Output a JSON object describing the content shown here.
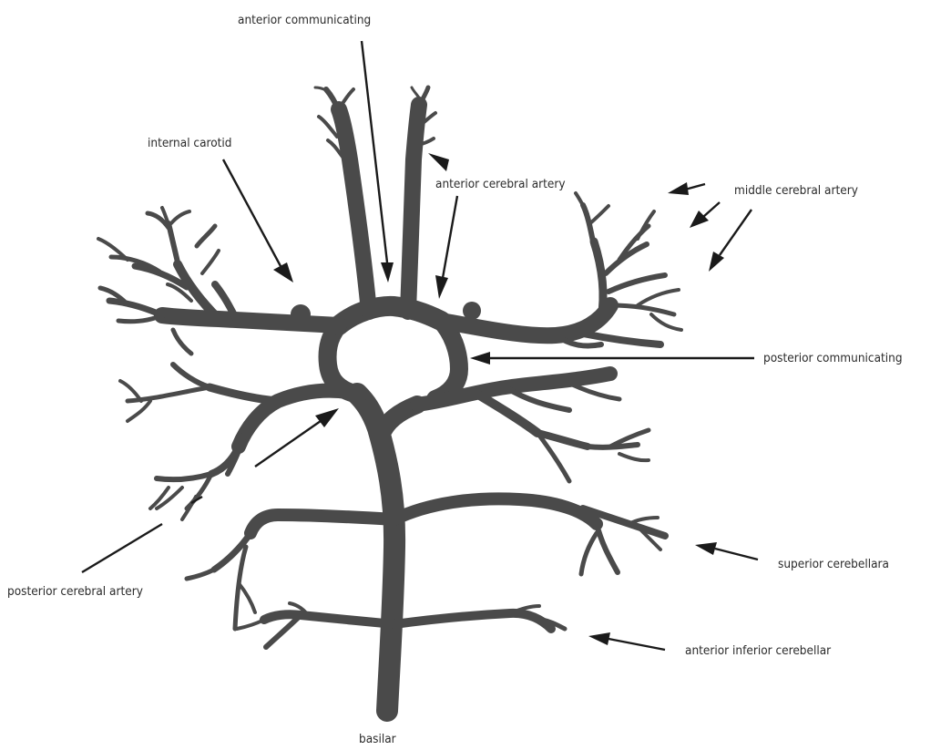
{
  "labels": {
    "anterior_communicating": "anterior communicating",
    "internal_carotid": "internal carotid",
    "anterior_cerebral_artery": "anterior cerebral artery",
    "middle_cerebral_artery": "middle cerebral artery",
    "posterior_communicating": "posterior communicating",
    "posterior_cerebral_artery": "posterior cerebral artery",
    "superior_cerebellara": "superior cerebellara",
    "anterior_inferior_cerebellar": "anterior inferior cerebellar",
    "basilar": "basilar"
  },
  "colors": {
    "vessel": "#4a4a4a",
    "arrow": "#1a1a1a",
    "text": "#2a2a2a",
    "background": "#ffffff"
  }
}
